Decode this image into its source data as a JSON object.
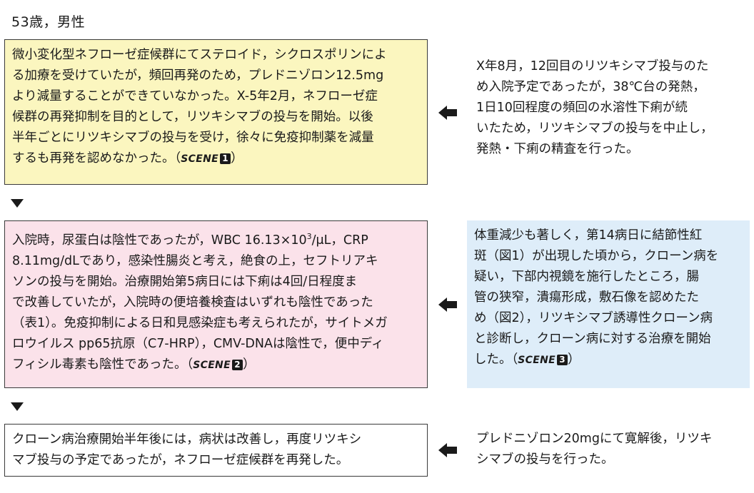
{
  "header": "53歳，男性",
  "box1": {
    "lines": [
      "微小変化型ネフローゼ症候群にてステロイド，シクロスポリンによ",
      "る加療を受けていたが，頻回再発のため，プレドニゾロン12.5mg",
      "より減量することができていなかった。X-5年2月，ネフローゼ症",
      "候群の再発抑制を目的として，リツキシマブの投与を開始。以後",
      "半年ごとにリツキシマブの投与を受け，徐々に免疫抑制薬を減量",
      "するも再発を認めなかった。（"
    ],
    "scene_label": "SCENE",
    "scene_num": "1",
    "close": "）"
  },
  "side1": {
    "lines": [
      "X年8月，12回目のリツキシマブ投与のた",
      "め入院予定であったが，38℃台の発熱，",
      "1日10回程度の頻回の水溶性下痢が続",
      "いたため，リツキシマブの投与を中止し，",
      "発熱・下痢の精査を行った。"
    ]
  },
  "box2": {
    "line1_pre": "入院時，尿蛋白は陰性であったが，WBC 16.13×10",
    "line1_sup": "3",
    "line1_post": "/μL，CRP",
    "lines": [
      "8.11mg/dLであり，感染性腸炎と考え，絶食の上，セフトリアキ",
      "ソンの投与を開始。治療開始第5病日には下痢は4回/日程度ま",
      "で改善していたが，入院時の便培養検査はいずれも陰性であった",
      "（表1）。免疫抑制による日和見感染症も考えられたが，サイトメガ",
      "ロウイルス pp65抗原（C7-HRP），CMV-DNAは陰性で，便中ディ",
      "フィシル毒素も陰性であった。（"
    ],
    "scene_label": "SCENE",
    "scene_num": "2",
    "close": "）"
  },
  "side2": {
    "lines": [
      "体重減少も著しく，第14病日に結節性紅",
      "斑（図1）が出現した頃から，クローン病を",
      "疑い，下部内視鏡を施行したところ，腸",
      "管の狭窄，潰瘍形成，敷石像を認めたた",
      "め（図2），リツキシマブ誘導性クローン病",
      "と診断し，クローン病に対する治療を開始",
      "した。（"
    ],
    "scene_label": "SCENE",
    "scene_num": "3",
    "close": "）"
  },
  "box3": {
    "lines": [
      "クローン病治療開始半年後には，病状は改善し，再度リツキシ",
      "マブ投与の予定であったが，ネフローゼ症候群を再発した。"
    ]
  },
  "side3": {
    "lines": [
      "プレドニゾロン20mgにて寛解後，リツキ",
      "シマブの投与を行った。"
    ]
  }
}
